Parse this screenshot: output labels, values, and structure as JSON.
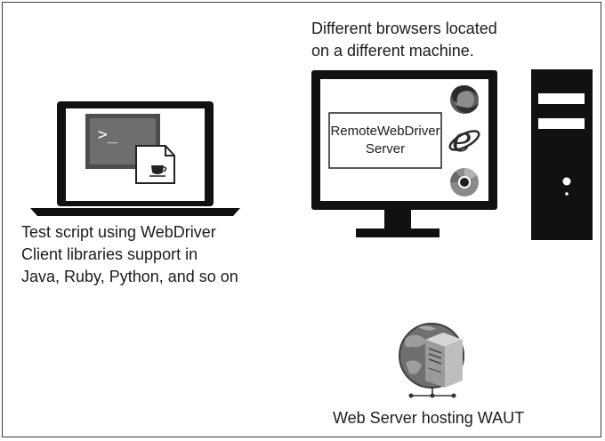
{
  "remote_machine": {
    "caption": [
      "Different browsers located",
      "on a different machine."
    ],
    "server_box": [
      "RemoteWebDriver",
      "Server"
    ],
    "browsers": [
      "firefox-icon",
      "internet-explorer-icon",
      "chrome-icon"
    ]
  },
  "client_machine": {
    "caption": [
      "Test script using WebDriver",
      "Client libraries support in",
      "Java, Ruby, Python, and so on"
    ],
    "terminal_prompt": ">_"
  },
  "web_server": {
    "caption": "Web Server hosting WAUT"
  },
  "colors": {
    "device": "#111111",
    "screen_gray": "#bdbdbd",
    "line": "#1a1a1a"
  }
}
